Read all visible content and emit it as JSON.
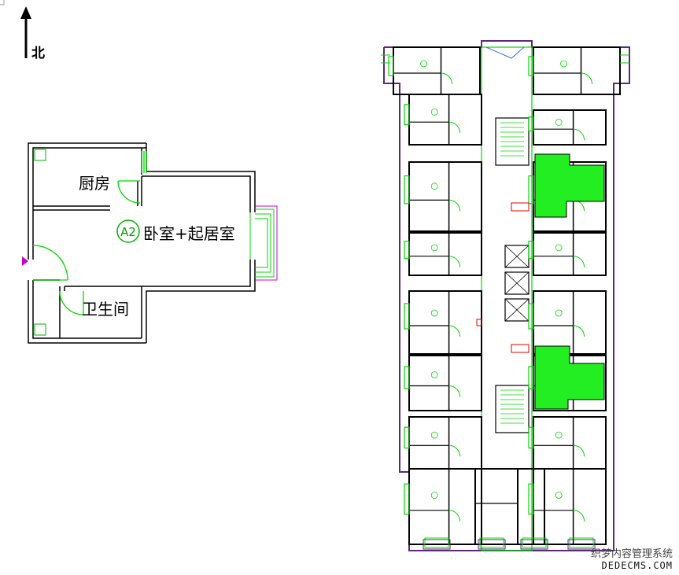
{
  "north": {
    "label": "北"
  },
  "unit": {
    "badge": "A2",
    "rooms": {
      "kitchen": "厨房",
      "living": "卧室+起居室",
      "bathroom": "卫生间"
    }
  },
  "watermark": {
    "line1": "织梦内容管理系统",
    "line2": "DEDECMS.COM"
  },
  "colors": {
    "wall": "#000000",
    "green": "#00d800",
    "green_fill": "#22ee22",
    "magenta": "#cc00cc",
    "purple": "#5a2a7a",
    "red": "#dd0000",
    "window_blue": "#3a6fd8"
  }
}
